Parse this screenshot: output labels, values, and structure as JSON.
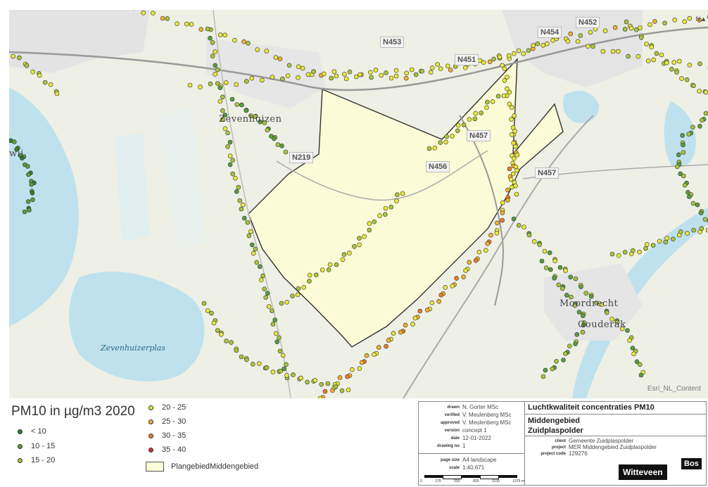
{
  "map": {
    "road_labels": [
      "N453",
      "N451",
      "N457",
      "N456",
      "N219",
      "N457",
      "N454",
      "N452"
    ],
    "place_labels": [
      "Zevenhuizen",
      "Moordrecht",
      "Gouderak"
    ],
    "water_labels": [
      "Zevenhuizerplas"
    ],
    "partial_label": "wij",
    "credit": "Esri_NL_Content",
    "north_label": "N"
  },
  "legend": {
    "title": "PM10 in µg/m3 2020",
    "classes": [
      {
        "label": "< 10",
        "color": "#2e7d32"
      },
      {
        "label": "10 - 15",
        "color": "#5a9e3c"
      },
      {
        "label": "15 - 20",
        "color": "#a8c43c"
      },
      {
        "label": "20 - 25",
        "color": "#e8e83a"
      },
      {
        "label": "25 - 30",
        "color": "#f0b030"
      },
      {
        "label": "30 - 35",
        "color": "#e87d28"
      },
      {
        "label": "35 - 40",
        "color": "#d83030"
      }
    ],
    "area_label": "PlangebiedMiddengebied"
  },
  "titleblock": {
    "rows": [
      {
        "key": "drawn",
        "value": "N. Gorter MSc"
      },
      {
        "key": "verified",
        "value": "V. Meulenberg MSc"
      },
      {
        "key": "approved",
        "value": "V. Meulenberg MSc"
      },
      {
        "key": "version",
        "value": "concept 1"
      },
      {
        "key": "date",
        "value": "12-01-2022"
      },
      {
        "key": "drawing no",
        "value": "1"
      }
    ],
    "page_size_key": "page size",
    "page_size": "A4 landscape",
    "scale_key": "scale",
    "scale": "1:40.671",
    "scale_ticks": [
      "0",
      "275",
      "550",
      "825",
      "1100",
      "1375 m"
    ],
    "title": "Luchtkwaliteit concentraties PM10",
    "subtitle1": "Middengebied",
    "subtitle2": "Zuidplaspolder",
    "client_key": "client",
    "client": "Gemeente Zuidplaspolder",
    "project_key": "project",
    "project": "MER Middengebied Zuidplaspolder",
    "project_code_key": "project code",
    "project_code": "129276",
    "logo_text": "Witteveen",
    "logo_box": "Bos"
  }
}
